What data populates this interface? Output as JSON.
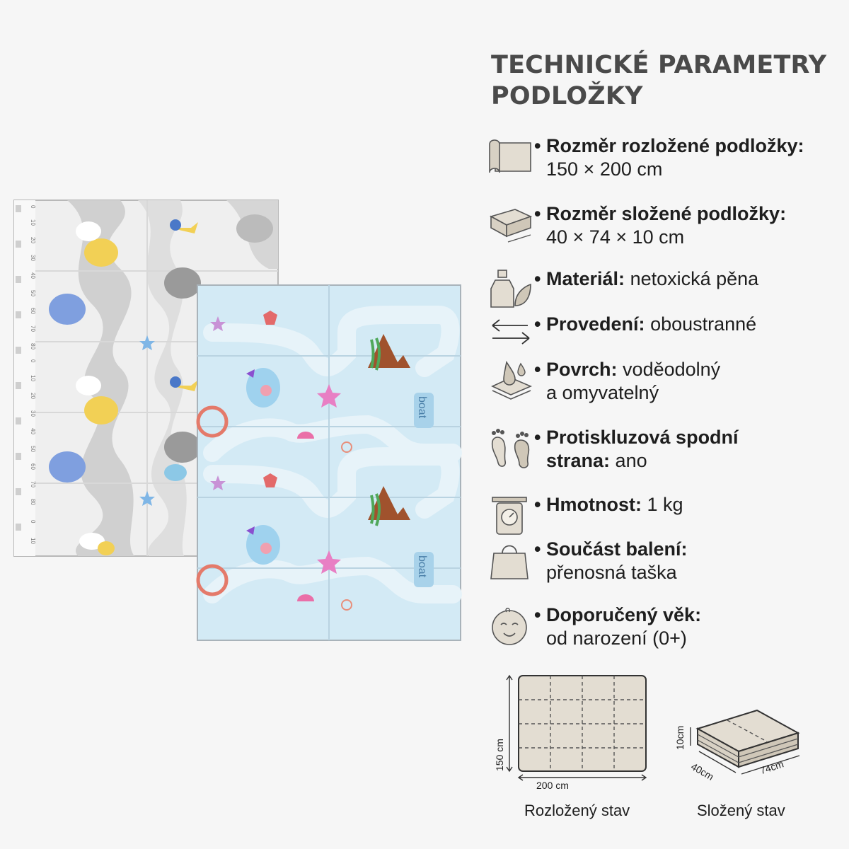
{
  "heading": {
    "line1": "TECHNICKÉ PARAMETRY",
    "line2": "PODLOŽKY"
  },
  "specs": [
    {
      "icon": "rolled-mat-icon",
      "label": "Rozměr rozložené podložky:",
      "value": "150 × 200 cm"
    },
    {
      "icon": "folded-mat-icon",
      "label": "Rozměr složené podložky:",
      "value": "40 × 74 × 10 cm"
    },
    {
      "icon": "bottle-leaf-icon",
      "label": "Materiál:",
      "value": "netoxická pěna"
    },
    {
      "icon": "double-arrow-icon",
      "label": "Provedení:",
      "value": "oboustranné"
    },
    {
      "icon": "water-drop-icon",
      "label": "Povrch:",
      "value": "voděodolný",
      "value2": "a omyvatelný"
    },
    {
      "icon": "footprints-icon",
      "label": "Protiskluzová spodní",
      "label2": "strana:",
      "value": "ano"
    },
    {
      "icon": "scale-icon",
      "label": "Hmotnost:",
      "value": "1 kg"
    },
    {
      "icon": "bag-icon",
      "label": "Součást balení:",
      "value": "přenosná taška"
    },
    {
      "icon": "baby-face-icon",
      "label": "Doporučený věk:",
      "value": "od narození (0+)"
    }
  ],
  "diagrams": {
    "unfolded": {
      "caption": "Rozložený stav",
      "height_label": "150 cm",
      "width_label": "200 cm"
    },
    "folded": {
      "caption": "Složený stav",
      "height_label": "10cm",
      "depth_label": "40cm",
      "length_label": "74cm"
    }
  },
  "mat_ruler_numbers": [
    "0",
    "10",
    "20",
    "30",
    "40",
    "50",
    "60",
    "70",
    "80",
    "0",
    "10",
    "20",
    "30",
    "40",
    "50",
    "60",
    "70",
    "80",
    "0",
    "10"
  ],
  "mat_labels": {
    "boat": "boat"
  },
  "colors": {
    "heading": "#4a4a4a",
    "text": "#1e1e1e",
    "icon_fill": "#e3ddd2",
    "icon_stroke": "#555555",
    "blue_mat": "#cfe6f2",
    "grey_mat": "#ececec"
  }
}
